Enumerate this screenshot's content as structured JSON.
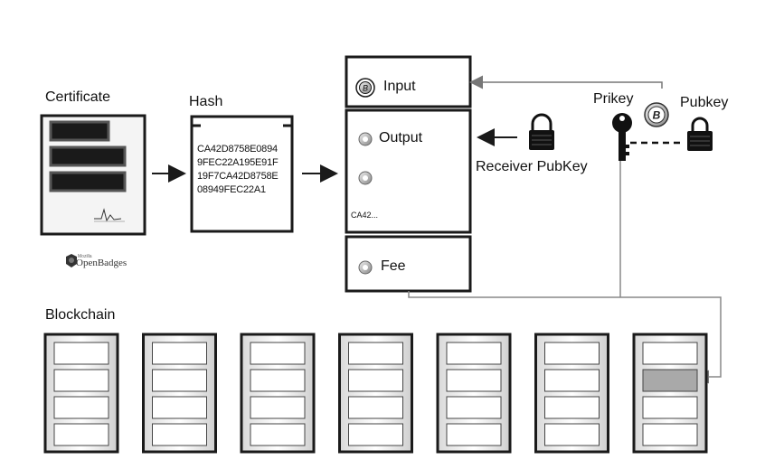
{
  "labels": {
    "certificate": "Certificate",
    "hash": "Hash",
    "blockchain": "Blockchain",
    "input": "Input",
    "output": "Output",
    "fee": "Fee",
    "receiver_pubkey": "Receiver PubKey",
    "prikey": "Prikey",
    "pubkey": "Pubkey",
    "tx_hash_short": "CA42...",
    "openbadges_small": "Mozilla",
    "openbadges": "OpenBadges"
  },
  "hash_lines": [
    "CA42D8758E0894",
    "9FEC22A195E91F",
    "19F7CA42D8758E",
    "08949FEC22A1"
  ],
  "blockchain": {
    "block_count": 7,
    "rows_per_block": 4,
    "highlight_block_index": 6,
    "highlight_row_index": 1
  },
  "colors": {
    "stroke": "#1a1a1a",
    "highlight": "#a9a9a9",
    "line": "#888888"
  },
  "icons": {
    "coin": "bitcoin-coin-icon",
    "lock": "padlock-icon",
    "key": "key-icon",
    "output_dot": "coin-dot-icon"
  }
}
